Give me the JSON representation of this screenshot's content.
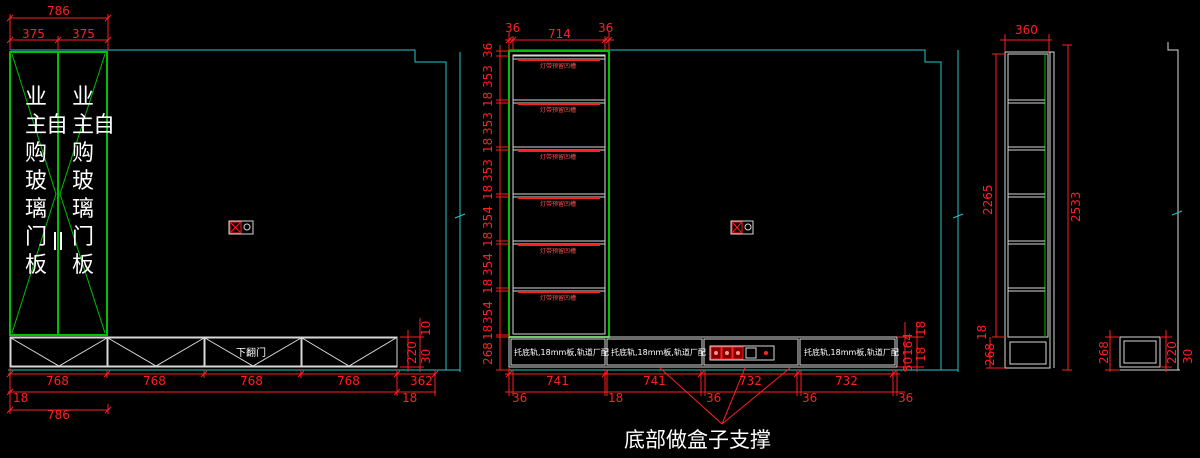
{
  "colors": {
    "background": "#000000",
    "cabinet": "#00c000",
    "wall": "#20c8c8",
    "outline": "#d8d8d8",
    "dimension": "#ff2020",
    "text": "#ffffff"
  },
  "left": {
    "top_total": "786",
    "top_left": "375",
    "top_right": "375",
    "glass_note_chars": [
      "业",
      "主",
      "自",
      "购",
      "玻",
      "璃",
      "门",
      "板"
    ],
    "drawer_door_label": "下翻门",
    "bottom_widths": [
      "768",
      "768",
      "768",
      "768"
    ],
    "bottom_right": "362",
    "bottom_gap_left": "18",
    "bottom_gap_right": "18",
    "bottom_total": "786",
    "right_dims": [
      "220",
      "10",
      "30"
    ]
  },
  "middle": {
    "top_left": "36",
    "top_mid": "714",
    "top_right": "36",
    "left_stack": [
      "36",
      "353",
      "18",
      "353",
      "18",
      "353",
      "18",
      "354",
      "18",
      "354",
      "18",
      "354",
      "18",
      "268"
    ],
    "shelf_notes": [
      "灯带预留凹槽",
      "灯带预留凹槽",
      "灯带预留凹槽",
      "灯带预留凹槽",
      "灯带预留凹槽",
      "灯带预留凹槽"
    ],
    "drawer_notes": [
      "托底轨,18mm板,轨道厂配",
      "托底轨,18mm板,轨道厂配",
      "托底轨,18mm板,轨道厂配"
    ],
    "bottom_widths": [
      "741",
      "741",
      "732",
      "732"
    ],
    "bottom_gaps": [
      "36",
      "18",
      "36",
      "36",
      "36"
    ],
    "right_dims": [
      "164",
      "50",
      "18",
      "18"
    ],
    "caption": "底部做盒子支撑"
  },
  "section": {
    "top_width": "360",
    "height_inner": "2265",
    "height_total": "2533",
    "bottom_dims": [
      "18",
      "268"
    ]
  },
  "end_section": {
    "bottom_dims": [
      "268",
      "220",
      "30"
    ]
  }
}
